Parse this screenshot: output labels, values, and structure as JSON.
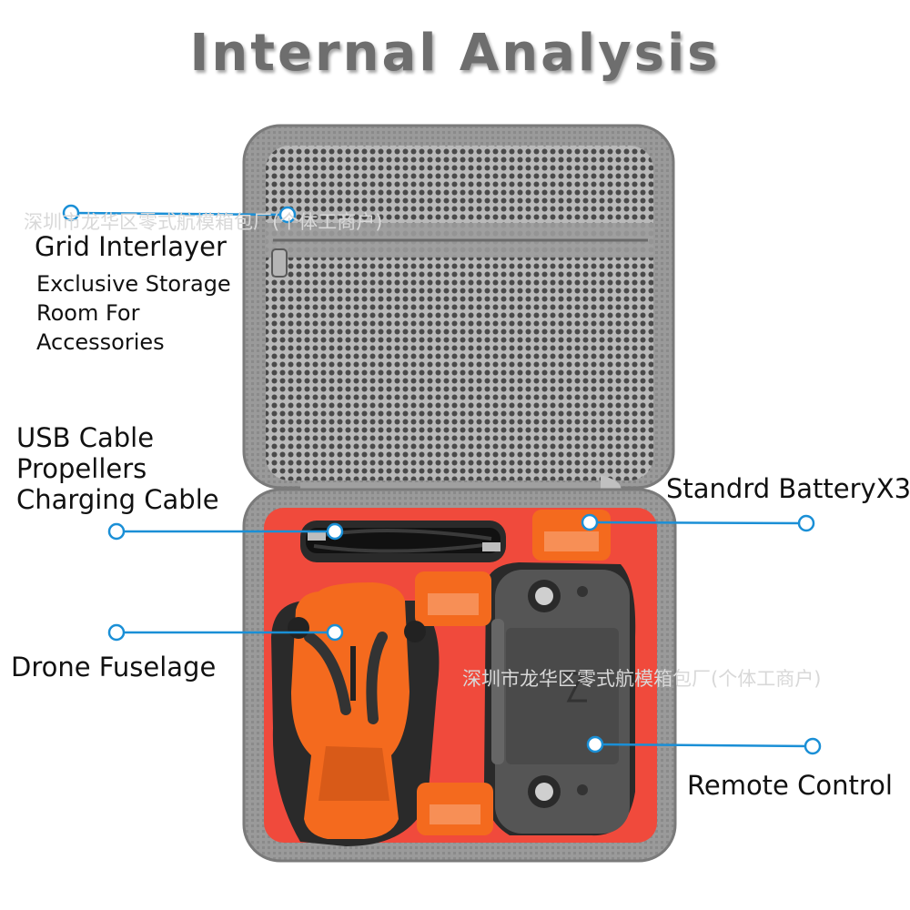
{
  "title": "Internal Analysis",
  "labels": {
    "grid_title": "Grid Interlayer",
    "grid_desc": [
      "Exclusive Storage",
      "Room For",
      "Accessories"
    ],
    "cable_lines": [
      "USB Cable",
      "Propellers",
      "Charging Cable"
    ],
    "battery": "Standrd BatteryX3",
    "drone": "Drone Fuselage",
    "remote": "Remote Control"
  },
  "watermarks": [
    "深圳市龙华区零式航模箱包厂(个体工商户)",
    "深圳市龙华区零式航模箱包厂(个体工商户)"
  ],
  "colors": {
    "callout": "#1a8fd6",
    "case_grey": "#8f8f8f",
    "foam_red": "#f04a3c",
    "orange": "#f46a1e",
    "title_grey": "#6e6e6e"
  }
}
